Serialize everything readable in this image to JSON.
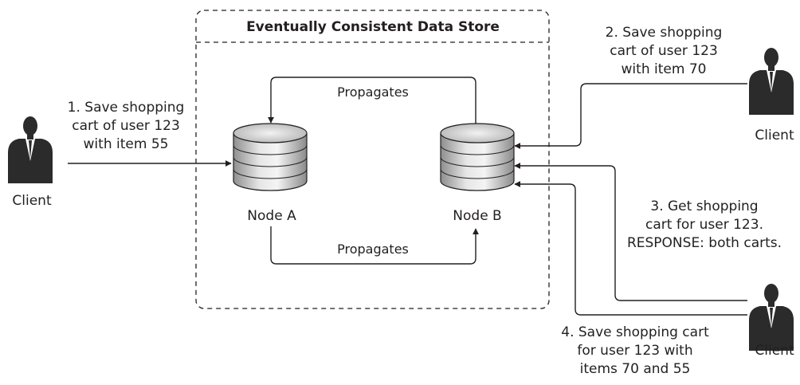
{
  "store": {
    "title": "Eventually Consistent Data Store"
  },
  "nodes": {
    "a_label": "Node A",
    "b_label": "Node B"
  },
  "propagation": {
    "top_label": "Propagates",
    "bottom_label": "Propagates"
  },
  "clients": {
    "left_label": "Client",
    "top_right_label": "Client",
    "bottom_right_label": "Client"
  },
  "steps": {
    "step1": [
      "1. Save shopping",
      "cart of user 123",
      "with item 55"
    ],
    "step2": [
      "2. Save shopping",
      "cart of user 123",
      "with item 70"
    ],
    "step3": [
      "3. Get shopping",
      "cart for user 123.",
      "RESPONSE: both carts."
    ],
    "step4": [
      "4. Save shopping cart",
      "for user 123 with",
      "items 70 and 55"
    ]
  },
  "icons": {
    "database": "database-icon",
    "client": "person-in-suit-icon"
  }
}
